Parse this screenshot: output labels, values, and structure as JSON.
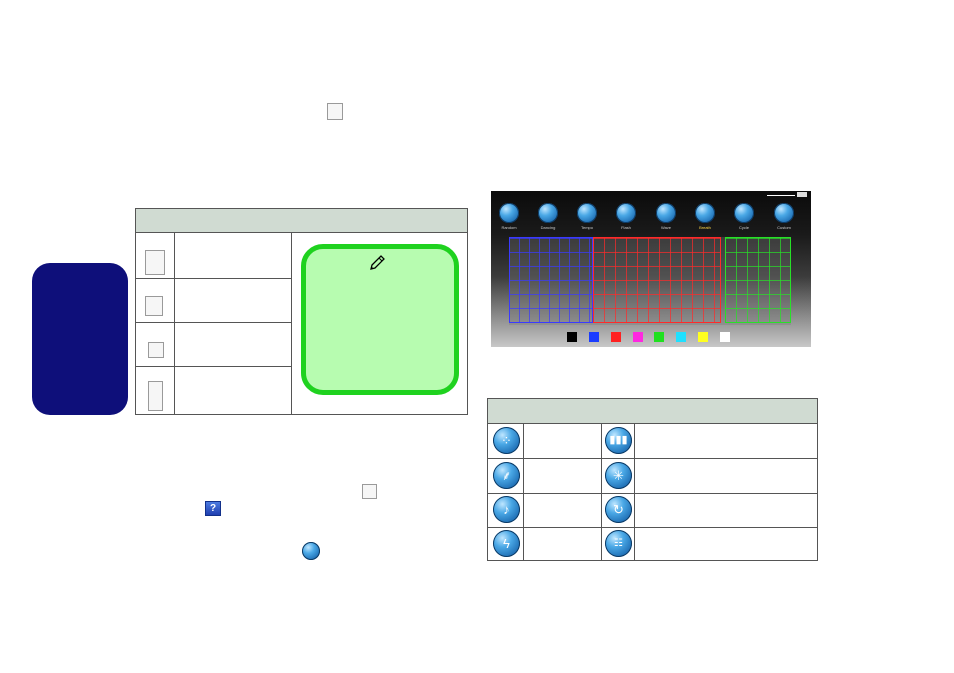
{
  "page": {
    "side_tab_color": "#0e0f7a",
    "inline_icons": {
      "top_icon": "keyboard-setting-icon",
      "mid_icon": "keyboard-setting-icon",
      "help_icon": "help-question-icon",
      "help_glyph": "?",
      "custom_icon": "custom-mode-icon"
    }
  },
  "left_table": {
    "header": "",
    "header_color": "#d0dbd2",
    "rows": [
      {
        "icon": "keyboard-rgb-icon"
      },
      {
        "icon": "keyboard-single-icon"
      },
      {
        "icon": "keyboard-small-icon"
      },
      {
        "icon": "keyboard-off-icon"
      }
    ],
    "note": {
      "icon": "pencil-note-icon",
      "background": "#b7fcb0",
      "border": "#1fd21f"
    }
  },
  "keyboard_image": {
    "modes": [
      {
        "label": "Random",
        "icon": "random-icon"
      },
      {
        "label": "Dancing",
        "icon": "dancing-icon"
      },
      {
        "label": "Tempo",
        "icon": "tempo-icon"
      },
      {
        "label": "Flash",
        "icon": "flash-icon"
      },
      {
        "label": "Wave",
        "icon": "wave-icon"
      },
      {
        "label": "Breath",
        "icon": "breath-icon"
      },
      {
        "label": "Cycle",
        "icon": "cycle-icon"
      },
      {
        "label": "Custom",
        "icon": "custom-icon"
      }
    ],
    "zone_colors": [
      "#3a3aff",
      "#ff2a2a",
      "#28e028"
    ],
    "swatches": [
      "#000000",
      "#1a3cff",
      "#ff2020",
      "#ff28e0",
      "#20e020",
      "#20e0ff",
      "#ffff20",
      "#ffffff"
    ]
  },
  "right_table": {
    "header": "",
    "header_color": "#d0dbd2",
    "rows": [
      {
        "left_icon": "random-icon",
        "right_icon": "wave-icon"
      },
      {
        "left_icon": "dancing-icon",
        "right_icon": "breath-icon"
      },
      {
        "left_icon": "tempo-icon",
        "right_icon": "cycle-icon"
      },
      {
        "left_icon": "flash-icon",
        "right_icon": "custom-icon"
      }
    ]
  }
}
